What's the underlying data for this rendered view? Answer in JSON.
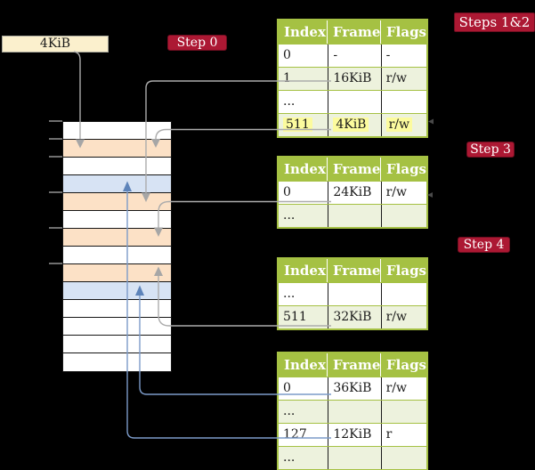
{
  "palette": {
    "background": "#000000",
    "table_border_green": "#A5C143",
    "table_row_green": "#EDF2DD",
    "strip_peach": "#FCE1C6",
    "strip_blue": "#D7E3F4",
    "frame_box_cream": "#FBF0CD",
    "highlight_yellow": "#FCFB9E",
    "badge_red": "#AC1833",
    "gray_arrow": "#ACACAC",
    "blue_arrow": "#7C9BC9"
  },
  "frame_size_box": {
    "label": "4KiB"
  },
  "badges": {
    "step0": "Step 0",
    "steps12": "Steps 1&2",
    "step3": "Step 3",
    "step4": "Step 4"
  },
  "memory_strip": {
    "rows": [
      {
        "color": "white"
      },
      {
        "color": "peach"
      },
      {
        "color": "white"
      },
      {
        "color": "blue"
      },
      {
        "color": "peach"
      },
      {
        "color": "white"
      },
      {
        "color": "peach"
      },
      {
        "color": "white"
      },
      {
        "color": "peach"
      },
      {
        "color": "blue"
      },
      {
        "color": "white"
      },
      {
        "color": "white"
      },
      {
        "color": "white"
      },
      {
        "color": "white"
      }
    ]
  },
  "page_tables": [
    {
      "headers": [
        "Index",
        "Frame",
        "Flags"
      ],
      "rows": [
        {
          "shade": "white",
          "highlight": false,
          "cells": [
            "0",
            "-",
            "-"
          ]
        },
        {
          "shade": "green",
          "highlight": false,
          "cells": [
            "1",
            "16KiB",
            "r/w"
          ]
        },
        {
          "shade": "white",
          "highlight": false,
          "cells": [
            "...",
            "",
            ""
          ]
        },
        {
          "shade": "green",
          "highlight": true,
          "cells": [
            "511",
            "4KiB",
            "r/w"
          ]
        }
      ]
    },
    {
      "headers": [
        "Index",
        "Frame",
        "Flags"
      ],
      "rows": [
        {
          "shade": "white",
          "highlight": false,
          "cells": [
            "0",
            "24KiB",
            "r/w"
          ]
        },
        {
          "shade": "green",
          "highlight": false,
          "cells": [
            "...",
            "",
            ""
          ]
        }
      ]
    },
    {
      "headers": [
        "Index",
        "Frame",
        "Flags"
      ],
      "rows": [
        {
          "shade": "white",
          "highlight": false,
          "cells": [
            "...",
            "",
            ""
          ]
        },
        {
          "shade": "green",
          "highlight": false,
          "cells": [
            "511",
            "32KiB",
            "r/w"
          ]
        }
      ]
    },
    {
      "headers": [
        "Index",
        "Frame",
        "Flags"
      ],
      "rows": [
        {
          "shade": "white",
          "highlight": false,
          "cells": [
            "0",
            "36KiB",
            "r/w"
          ]
        },
        {
          "shade": "green",
          "highlight": false,
          "cells": [
            "...",
            "",
            ""
          ]
        },
        {
          "shade": "white",
          "highlight": false,
          "cells": [
            "127",
            "12KiB",
            "r"
          ]
        },
        {
          "shade": "green",
          "highlight": false,
          "cells": [
            "...",
            "",
            ""
          ]
        }
      ]
    }
  ]
}
